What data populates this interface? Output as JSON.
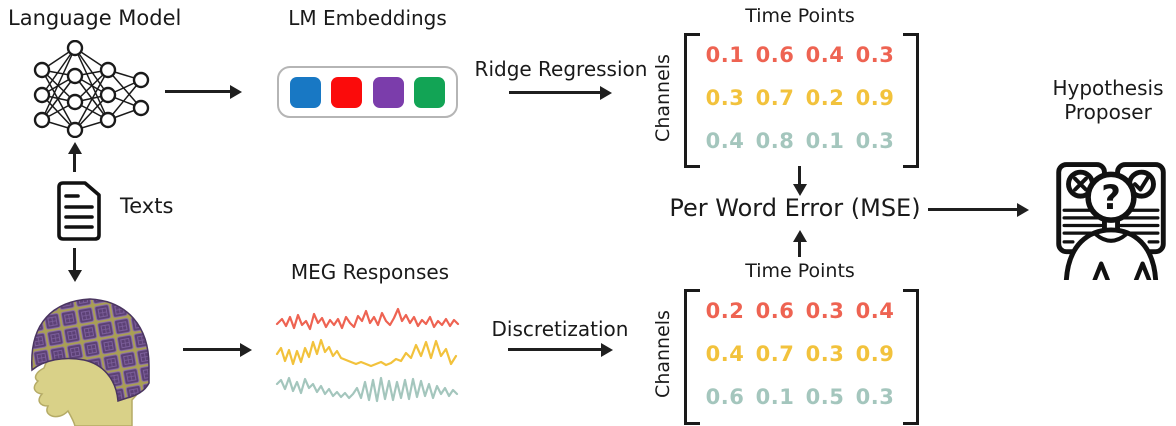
{
  "labels": {
    "language_model": "Language Model",
    "lm_embeddings": "LM Embeddings",
    "ridge_regression": "Ridge Regression",
    "texts": "Texts",
    "meg_responses": "MEG Responses",
    "discretization": "Discretization",
    "per_word_error": "Per Word Error (MSE)",
    "hypothesis_proposer": "Hypothesis\nProposer"
  },
  "matrices": {
    "top": {
      "title": "Time Points",
      "row_axis": "Channels",
      "values": [
        [
          "0.1",
          "0.6",
          "0.4",
          "0.3"
        ],
        [
          "0.3",
          "0.7",
          "0.2",
          "0.9"
        ],
        [
          "0.4",
          "0.8",
          "0.1",
          "0.3"
        ]
      ]
    },
    "bottom": {
      "title": "Time Points",
      "row_axis": "Channels",
      "values": [
        [
          "0.2",
          "0.6",
          "0.3",
          "0.4"
        ],
        [
          "0.4",
          "0.7",
          "0.3",
          "0.9"
        ],
        [
          "0.6",
          "0.1",
          "0.5",
          "0.3"
        ]
      ]
    }
  },
  "colors": {
    "row_red": "#ee6352",
    "row_yellow": "#f2c23c",
    "row_teal": "#a4c6bd",
    "emb_blue": "#1878c4",
    "emb_red": "#fb0b0b",
    "emb_purple": "#7b3dab",
    "emb_green": "#12a455",
    "box_border": "#b5b5b5",
    "arrow": "#1f1f1f",
    "sensor_purple": "#5c4175",
    "sensor_gap": "#a99f55",
    "skin": "#d9d188",
    "ink": "#111111"
  },
  "icons": {
    "question_mark": "?",
    "cross": "✕",
    "check": "✓"
  }
}
